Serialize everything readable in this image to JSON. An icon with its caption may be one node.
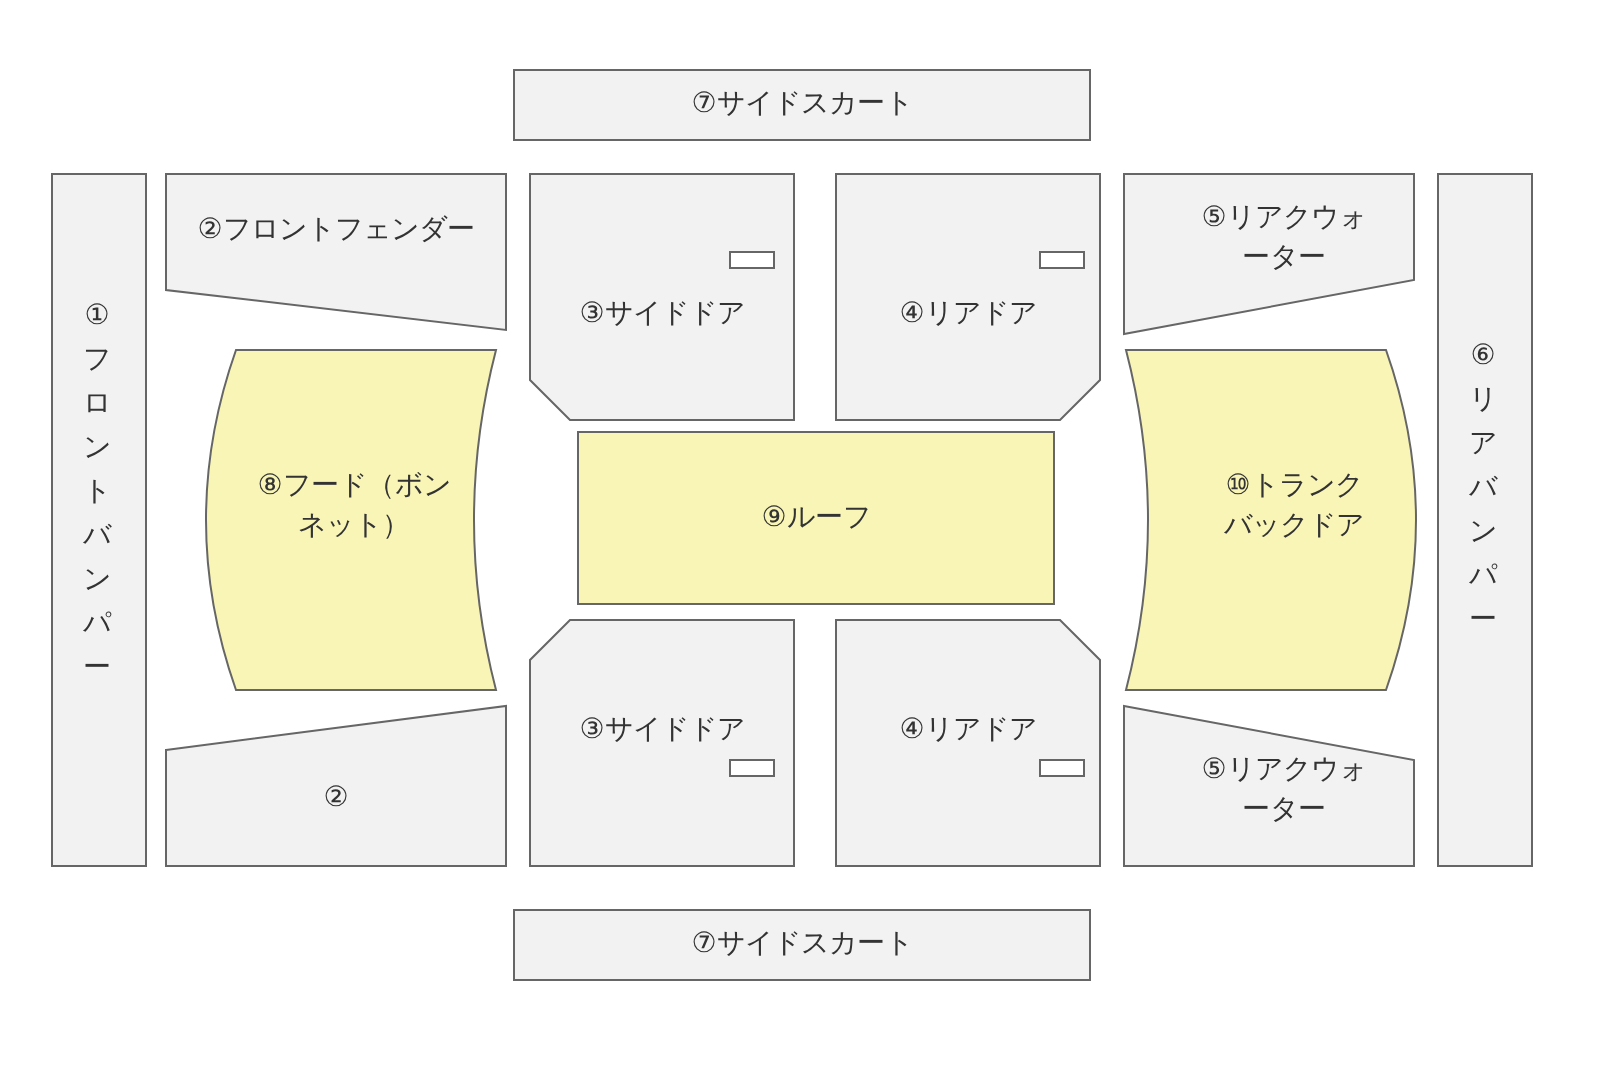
{
  "diagram": {
    "nodes": [
      {
        "text": [
          "⑦サイドスカート"
        ]
      },
      {
        "text": [
          "①フロントバンパー"
        ]
      },
      {
        "text": [
          "②フロントフェンダー"
        ]
      },
      {
        "text": [
          "③サイドドア"
        ]
      },
      {
        "text": [
          "④リアドア"
        ]
      },
      {
        "text": [
          "⑤リアクウォーター"
        ]
      },
      {
        "text": [
          "⑥リアバンパー"
        ]
      },
      {
        "text": [
          "⑧フード（ボンネット）"
        ]
      },
      {
        "text": [
          "⑨ルーフ"
        ]
      },
      {
        "text": [
          "⑩トランクバックドア"
        ]
      },
      {
        "text": [
          "②"
        ]
      },
      {
        "text": [
          "③サイドドア"
        ]
      },
      {
        "text": [
          "④リアドア"
        ]
      },
      {
        "text": [
          "⑤リアクウォーター"
        ]
      },
      {
        "text": [
          "⑦サイドスカート"
        ]
      }
    ]
  }
}
